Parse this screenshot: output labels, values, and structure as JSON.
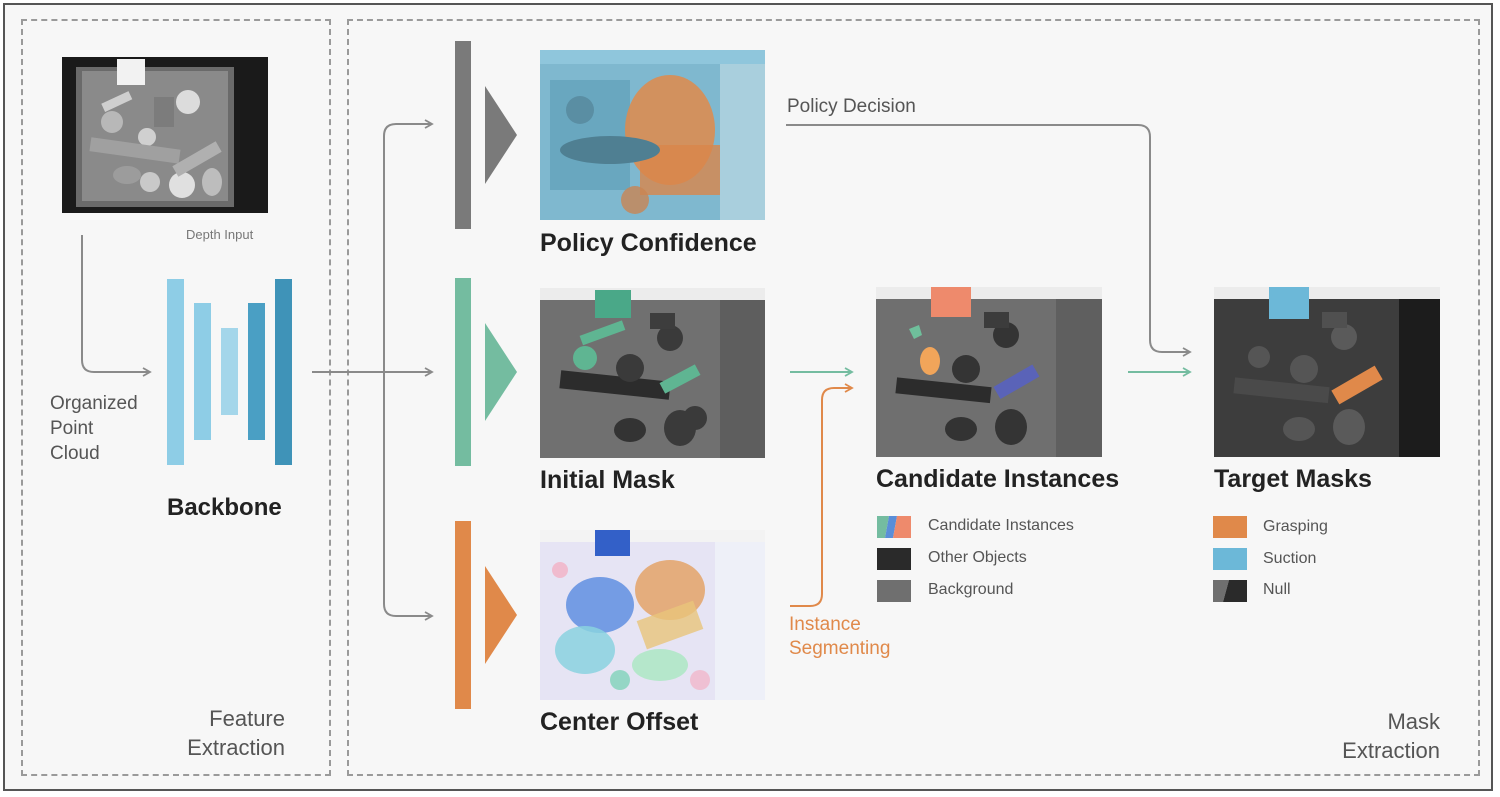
{
  "sections": {
    "feature": {
      "line1": "Feature",
      "line2": "Extraction"
    },
    "mask": {
      "line1": "Mask",
      "line2": "Extraction"
    }
  },
  "input": {
    "caption": "Depth Input",
    "side_label": [
      "Organized",
      "Point",
      "Cloud"
    ]
  },
  "backbone": {
    "label": "Backbone"
  },
  "heads": {
    "policy": {
      "label": "Policy Confidence",
      "color": "#7a7a7a"
    },
    "initial": {
      "label": "Initial Mask",
      "color": "#74bca0"
    },
    "center": {
      "label": "Center Offset",
      "color": "#e0894a"
    }
  },
  "arrows": {
    "policy_decision": "Policy Decision",
    "instance_segmenting": [
      "Instance",
      "Segmenting"
    ]
  },
  "candidate": {
    "title": "Candidate Instances",
    "legend": [
      "Candidate Instances",
      "Other Objects",
      "Background"
    ]
  },
  "target": {
    "title": "Target Masks",
    "legend": [
      "Grasping",
      "Suction",
      "Null"
    ]
  },
  "colors": {
    "grasping": "#e0894a",
    "suction": "#6cb8d8",
    "other_objects": "#2a2a2a",
    "background": "#6f6f6f",
    "teal_arrow": "#74bca0",
    "gray_arrow": "#8a8a8a",
    "backbone_light": "#8ecde6",
    "backbone_dark": "#3f93b8"
  }
}
